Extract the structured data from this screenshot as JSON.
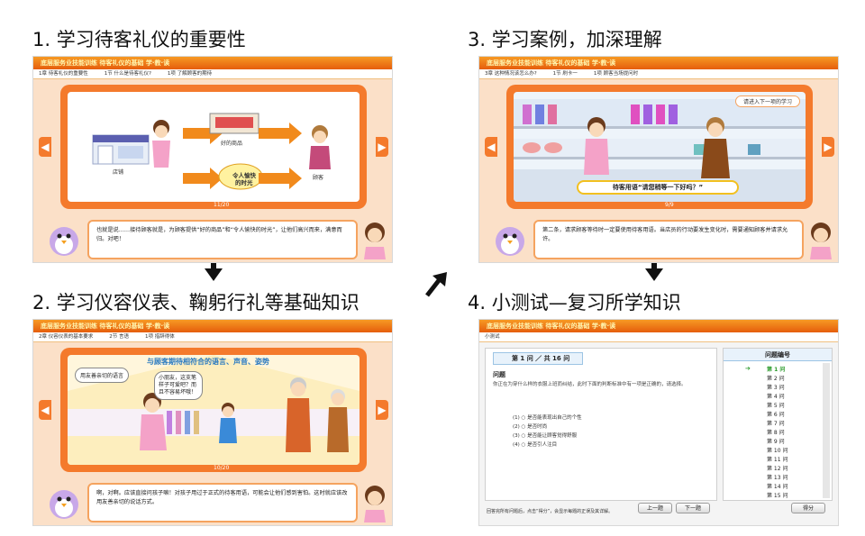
{
  "steps": {
    "s1": "1. 学习待客礼仪的重要性",
    "s2": "2. 学习仪容仪表、鞠躬行礼等基础知识",
    "s3": "3. 学习案例，加深理解",
    "s4": "4. 小测试—复习所学知识"
  },
  "colors": {
    "header_orange": "#f47a2c",
    "stage_bg": "#fbe0c8",
    "dialog_border": "#f5a35f"
  },
  "panel1": {
    "header": "底层服务业技能训练 待客礼仪的基础 学·教·读",
    "crumbs": [
      "1章 待客礼仪的重要性",
      "1节 什么是待客礼仪?",
      "1项 了解顾客的期待"
    ],
    "shop_label": "店铺",
    "goods_label": "好的商品",
    "time_label_line1": "令人愉快",
    "time_label_line2": "的时光",
    "customer_label": "顾客",
    "page": "11/20",
    "dialog": "也就是说……接待顾客就是，为顾客提供“好的商品”和“令人愉快的时光”，让他们高兴而来，满意而归。对吧！"
  },
  "panel2": {
    "header": "底层服务业技能训练 待客礼仪的基础 学·教·读",
    "crumbs": [
      "2章 仪容仪表的基本要求",
      "2节 言语",
      "1项 措辞得体"
    ],
    "banner": "与顾客期待相符合的语言、声音、姿势",
    "bubble1": "用友善亲切的语言",
    "bubble2": "小朋友，这支笔样子可爱吧？而且不容易坏哦！",
    "page": "10/20",
    "dialog": "啊，对啊。应该直接问孩子嘛！对孩子用过于正式的待客用语，可能会让他们感到害怕。这时就应该改用友善亲切的说话方式。"
  },
  "panel3": {
    "header": "底层服务业技能训练 待客礼仪的基础 学·教·读",
    "crumbs": [
      "3章 这种情况该怎么办?",
      "1节 刷卡一",
      "1项 顾客当场提问时"
    ],
    "next_btn": "请进入下一项的学习",
    "phrase": "待客用语“请您稍等一下好吗？”",
    "page": "9/9",
    "dialog": "第二条，请求顾客等待时一定要使用待客用语。当店员的行动要发生变化时，需要通知顾客并请求允许。"
  },
  "panel4": {
    "header": "底层服务业技能训练 待客礼仪的基础 学·教·读",
    "crumbs": [
      "小测试"
    ],
    "tab": "第 1 问 ／ 共 16 问",
    "q_title": "问题",
    "q_text": "你正在为穿什么样的衣服上班而纠结，此时下面的判断标准中有一项是正确的，请选择。",
    "options": [
      "(1) ○  是否能表现出自己的个性",
      "(2) ○  是否时尚",
      "(3) ○  是否能让顾客觉得舒服",
      "(4) ○  是否引人注目"
    ],
    "list_header": "问题编号",
    "list": [
      "第 1 问",
      "第 2 问",
      "第 3 问",
      "第 4 问",
      "第 5 问",
      "第 6 问",
      "第 7 问",
      "第 8 问",
      "第 9 问",
      "第 10 问",
      "第 11 问",
      "第 12 问",
      "第 13 问",
      "第 14 问",
      "第 15 问"
    ],
    "note": "回答完所有问题后，点击“得分”，会显示每题的正误及其详解。",
    "prev_btn": "上一题",
    "next_btn": "下一题",
    "score_btn": "得分"
  }
}
